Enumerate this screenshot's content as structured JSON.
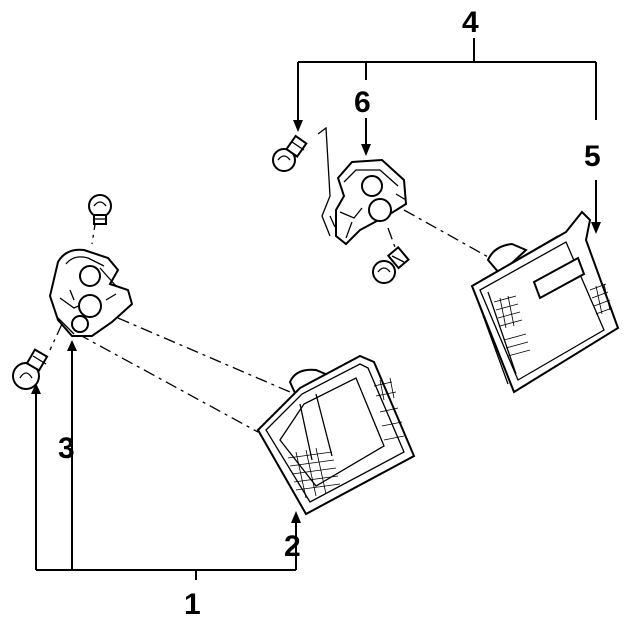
{
  "diagram": {
    "callouts": [
      {
        "id": "1",
        "label": "1"
      },
      {
        "id": "2",
        "label": "2"
      },
      {
        "id": "3",
        "label": "3"
      },
      {
        "id": "4",
        "label": "4"
      },
      {
        "id": "5",
        "label": "5"
      },
      {
        "id": "6",
        "label": "6"
      }
    ],
    "parts": [
      "left-lamp-assembly",
      "left-lamp-socket",
      "left-bulb-small",
      "left-bulb-large",
      "right-lamp-assembly",
      "right-lamp-socket",
      "right-bulb-top",
      "right-bulb-bottom"
    ]
  }
}
